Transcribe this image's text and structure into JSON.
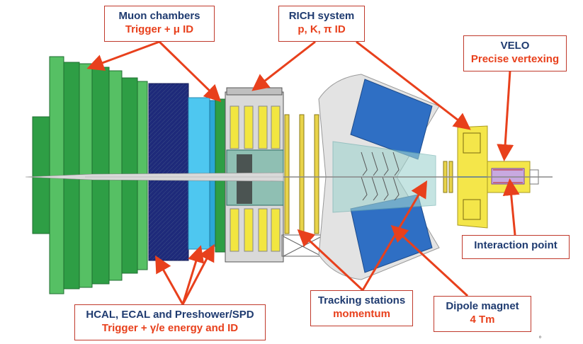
{
  "labels": {
    "muon": {
      "title": "Muon chambers",
      "subtitle": "Trigger + μ ID"
    },
    "rich": {
      "title": "RICH system",
      "subtitle": "p, K, π  ID"
    },
    "velo": {
      "title": "VELO",
      "subtitle": "Precise vertexing"
    },
    "interaction": {
      "title": "Interaction point"
    },
    "tracking": {
      "title": "Tracking stations",
      "subtitle": "momentum"
    },
    "dipole": {
      "title": "Dipole magnet",
      "subtitle": "4 Tm"
    },
    "calo": {
      "title": "HCAL, ECAL and Preshower/SPD",
      "subtitle": "Trigger + γ/e energy and ID"
    }
  },
  "footer": {
    "mark": "°"
  },
  "colors": {
    "muon_green": "#2e9e45",
    "muon_green_light": "#5cc46a",
    "hcal_navy": "#1e2a7a",
    "ecal_cyan": "#4ec7f0",
    "rich_yellow": "#f2e640",
    "magnet_blue": "#2f6fc4",
    "velo_yellow": "#f4e64a",
    "arrow_red": "#e8401c",
    "box_border": "#c0392b",
    "title_navy": "#1f3b70"
  }
}
